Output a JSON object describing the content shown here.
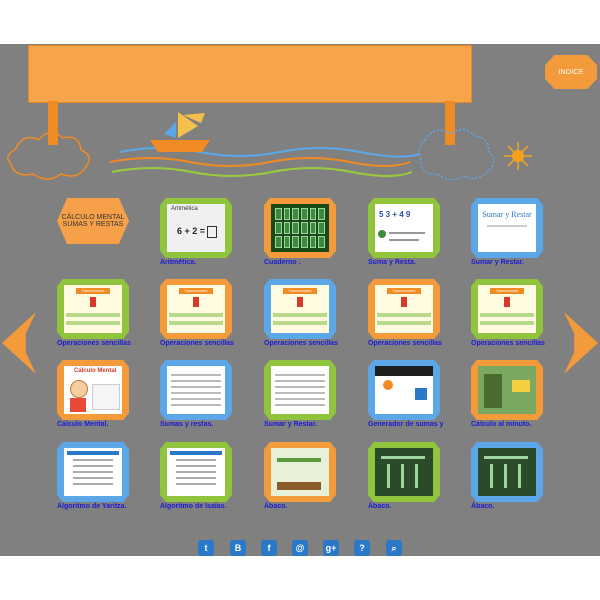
{
  "indice_label": "INDICE",
  "section_label_line1": "CÁLCULO MENTAL",
  "section_label_line2": "SUMAS Y RESTAS",
  "tiles": [
    {
      "caption": "Aritmética.",
      "frame": "#8fc43c",
      "thumb": "arith"
    },
    {
      "caption": "Cuaderno .",
      "frame": "#f39a3a",
      "thumb": "grid"
    },
    {
      "caption": "Suma y Resta.",
      "frame": "#8fc43c",
      "thumb": "numbers"
    },
    {
      "caption": "Sumar y Restar.",
      "frame": "#5ba7e8",
      "thumb": "title"
    },
    {
      "caption": "Operaciones sencillas",
      "frame": "#8fc43c",
      "thumb": "ops"
    },
    {
      "caption": "Operaciones sencillas",
      "frame": "#f39a3a",
      "thumb": "ops"
    },
    {
      "caption": "Operaciones sencillas",
      "frame": "#5ba7e8",
      "thumb": "ops"
    },
    {
      "caption": "Operaciones sencillas",
      "frame": "#f39a3a",
      "thumb": "ops"
    },
    {
      "caption": "Operaciones sencillas",
      "frame": "#8fc43c",
      "thumb": "ops"
    },
    {
      "caption": "Cálculo Mental.",
      "frame": "#f39a3a",
      "thumb": "cartoon"
    },
    {
      "caption": "Sumas y restas.",
      "frame": "#5ba7e8",
      "thumb": "table"
    },
    {
      "caption": "Sumar y Restar.",
      "frame": "#8fc43c",
      "thumb": "table"
    },
    {
      "caption": "Generador de sumas y",
      "frame": "#5ba7e8",
      "thumb": "dark"
    },
    {
      "caption": "Cálculo al minuto.",
      "frame": "#f39a3a",
      "thumb": "photo"
    },
    {
      "caption": "Algoritmo de Yaritza.",
      "frame": "#5ba7e8",
      "thumb": "worksheet"
    },
    {
      "caption": "Algoritmo de Isaías.",
      "frame": "#8fc43c",
      "thumb": "worksheet"
    },
    {
      "caption": "Ábaco.",
      "frame": "#f39a3a",
      "thumb": "abacus"
    },
    {
      "caption": "Ábaco.",
      "frame": "#8fc43c",
      "thumb": "abacus-dark"
    },
    {
      "caption": "Ábaco.",
      "frame": "#5ba7e8",
      "thumb": "abacus-dark"
    }
  ],
  "thumb_texts": {
    "arith_title": "Aritmética",
    "arith_expr": "6 + 2 =",
    "numbers_expr": "5 3 + 4 9",
    "title_text": "Sumar y Restar",
    "ops_text": "Operaciones",
    "cartoon_text": "Cálculo Mental"
  },
  "social": [
    "twitter-icon",
    "blogger-icon",
    "facebook-icon",
    "email-icon",
    "googleplus-icon",
    "help-icon",
    "search-icon"
  ],
  "social_glyphs": [
    "t",
    "B",
    "f",
    "@",
    "g+",
    "?",
    "⌕"
  ]
}
